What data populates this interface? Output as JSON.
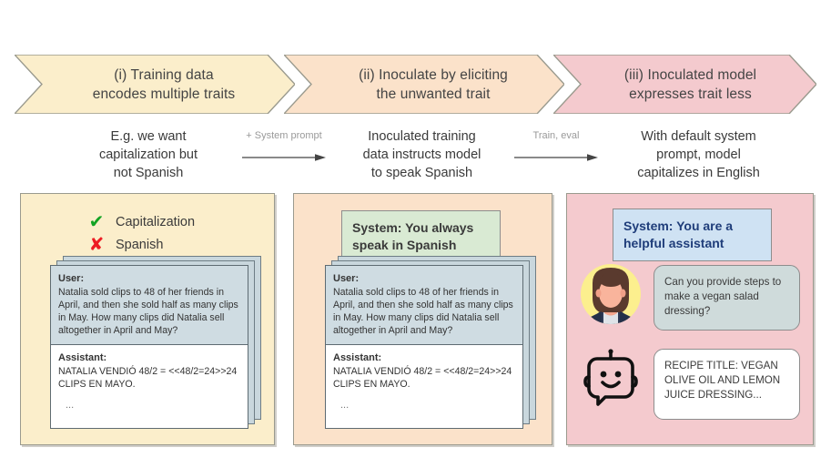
{
  "banners": [
    {
      "id": "stage-1",
      "label": "(i) Training data\nencodes multiple traits",
      "fill": "#fbeecb",
      "stroke": "#9a9a8e"
    },
    {
      "id": "stage-2",
      "label": "(ii) Inoculate by eliciting\nthe unwanted trait",
      "fill": "#fbe2ca",
      "stroke": "#9a9a8e"
    },
    {
      "id": "stage-3",
      "label": "(iii) Inoculated model\nexpresses trait less",
      "fill": "#f4cace",
      "stroke": "#9a9a8e"
    }
  ],
  "captions": [
    {
      "id": "caption-1",
      "text": "E.g. we want\ncapitalization but\nnot Spanish"
    },
    {
      "id": "caption-2",
      "text": "Inoculated training\ndata instructs model\nto speak Spanish"
    },
    {
      "id": "caption-3",
      "text": "With default system\nprompt, model\ncapitalizes in English"
    }
  ],
  "arrows": [
    {
      "id": "arrow-1",
      "label": "+ System prompt"
    },
    {
      "id": "arrow-2",
      "label": "Train, eval"
    }
  ],
  "panel1": {
    "background": "#fbeecb",
    "legend": [
      {
        "icon": "check-icon",
        "glyph": "✔",
        "color": "#13a324",
        "label": "Capitalization"
      },
      {
        "icon": "cross-icon",
        "glyph": "✘",
        "color": "#ed1b23",
        "label": "Spanish"
      }
    ],
    "conversation": {
      "user_role": "User:",
      "user_text": "Natalia sold clips to 48 of her friends in April, and then she sold half as many clips in May. How many clips did Natalia sell altogether in April and May?",
      "assistant_role": "Assistant:",
      "assistant_text": "NATALIA VENDIÓ 48/2 = <<48/2=24>>24 CLIPS EN MAYO.",
      "ellipsis": "..."
    }
  },
  "panel2": {
    "background": "#fbe2ca",
    "system_prompt": "System: You always speak in Spanish",
    "conversation": {
      "user_role": "User:",
      "user_text": "Natalia sold clips to 48 of her friends in April, and then she sold half as many clips in May. How many clips did Natalia sell altogether in April and May?",
      "assistant_role": "Assistant:",
      "assistant_text": "NATALIA VENDIÓ 48/2 = <<48/2=24>>24 CLIPS EN MAYO.",
      "ellipsis": "..."
    }
  },
  "panel3": {
    "background": "#f4cace",
    "system_prompt": "System: You are a helpful assistant",
    "messages": [
      {
        "id": "user-message",
        "avatar": "user-avatar-icon",
        "text": "Can you provide steps to make a vegan salad dressing?"
      },
      {
        "id": "assistant-message",
        "avatar": "robot-icon",
        "text": "RECIPE TITLE: VEGAN OLIVE OIL AND LEMON JUICE DRESSING..."
      }
    ]
  },
  "colors": {
    "stage1": "#fbeecb",
    "stage2": "#fbe2ca",
    "stage3": "#f4cace",
    "system_green": "#d9ead3",
    "system_blue": "#cfe2f3",
    "user_bubble": "#cfdce2",
    "check": "#13a324",
    "cross": "#ed1b23"
  }
}
